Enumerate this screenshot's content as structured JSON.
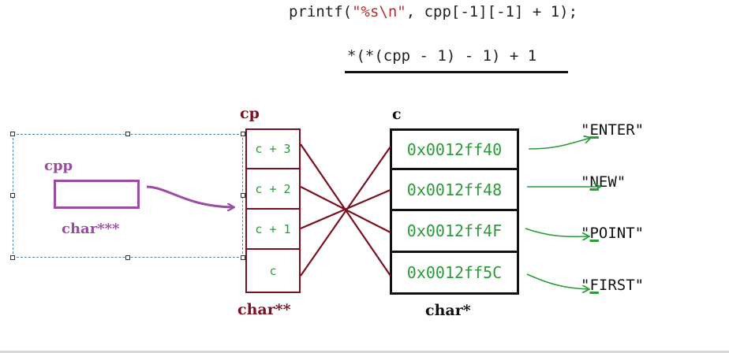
{
  "code": {
    "prefix": "printf(",
    "format_string": "\"%s\\n\"",
    "suffix": ", cpp[-1][-1] + 1);"
  },
  "expression": "*(*(cpp - 1) - 1) + 1",
  "cpp": {
    "label": "cpp",
    "type": "char***"
  },
  "cp": {
    "label": "cp",
    "type": "char**",
    "cells": [
      "c + 3",
      "c + 2",
      "c + 1",
      "c"
    ]
  },
  "c": {
    "label": "c",
    "type": "char*",
    "cells": [
      "0x0012ff40",
      "0x0012ff48",
      "0x0012ff4F",
      "0x0012ff5C"
    ]
  },
  "strings": [
    {
      "quote_open": "\"",
      "first": "E",
      "rest": "NTER",
      "quote_close": "\""
    },
    {
      "quote_open": "\"",
      "first": "N",
      "rest": "EW",
      "quote_close": "\""
    },
    {
      "quote_open": "\"",
      "first": "P",
      "rest": "OINT",
      "quote_close": "\""
    },
    {
      "quote_open": "\"",
      "first": "F",
      "rest": "IRST",
      "quote_close": "\""
    }
  ],
  "colors": {
    "purple": "#9b4ba3",
    "maroon": "#7a1020",
    "green": "#2a9a3a",
    "black": "#111111"
  }
}
